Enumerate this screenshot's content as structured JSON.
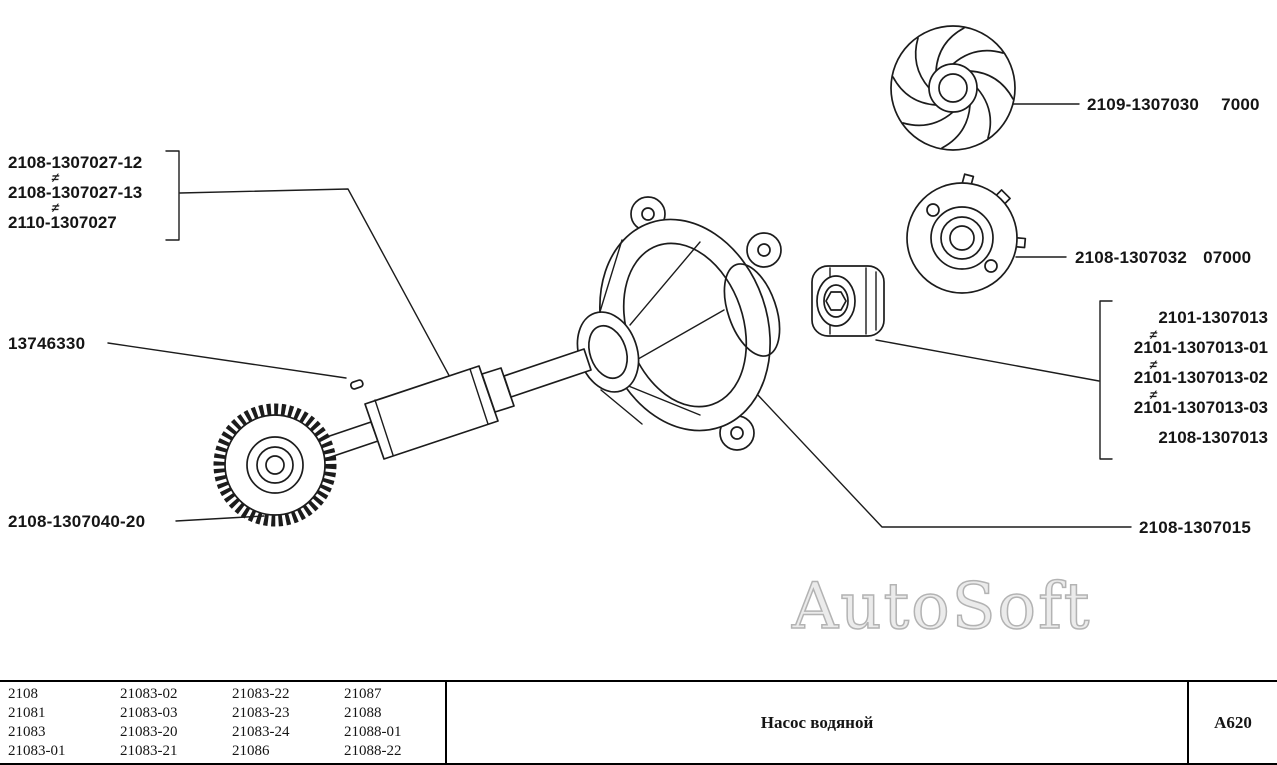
{
  "drawing": {
    "watermark": "AutoSoft",
    "symbols": {
      "not_equal": "≠"
    },
    "labels": {
      "impeller": {
        "number": "2109-1307030",
        "code": "7000"
      },
      "hub": {
        "number": "2108-1307032",
        "code": "07000"
      },
      "shaft_group": [
        "2108-1307027-12",
        "2108-1307027-13",
        "2110-1307027"
      ],
      "pin": "13746330",
      "gear": "2108-1307040-20",
      "nut_group": [
        "2101-1307013",
        "2101-1307013-01",
        "2101-1307013-02",
        "2101-1307013-03",
        "2108-1307013"
      ],
      "body": "2108-1307015"
    }
  },
  "footer": {
    "models": [
      [
        "2108",
        "21083-02",
        "21083-22",
        "21087"
      ],
      [
        "21081",
        "21083-03",
        "21083-23",
        "21088"
      ],
      [
        "21083",
        "21083-20",
        "21083-24",
        "21088-01"
      ],
      [
        "21083-01",
        "21083-21",
        "21086",
        "21088-22"
      ]
    ],
    "title": "Насос водяной",
    "sheet_code": "А620"
  }
}
